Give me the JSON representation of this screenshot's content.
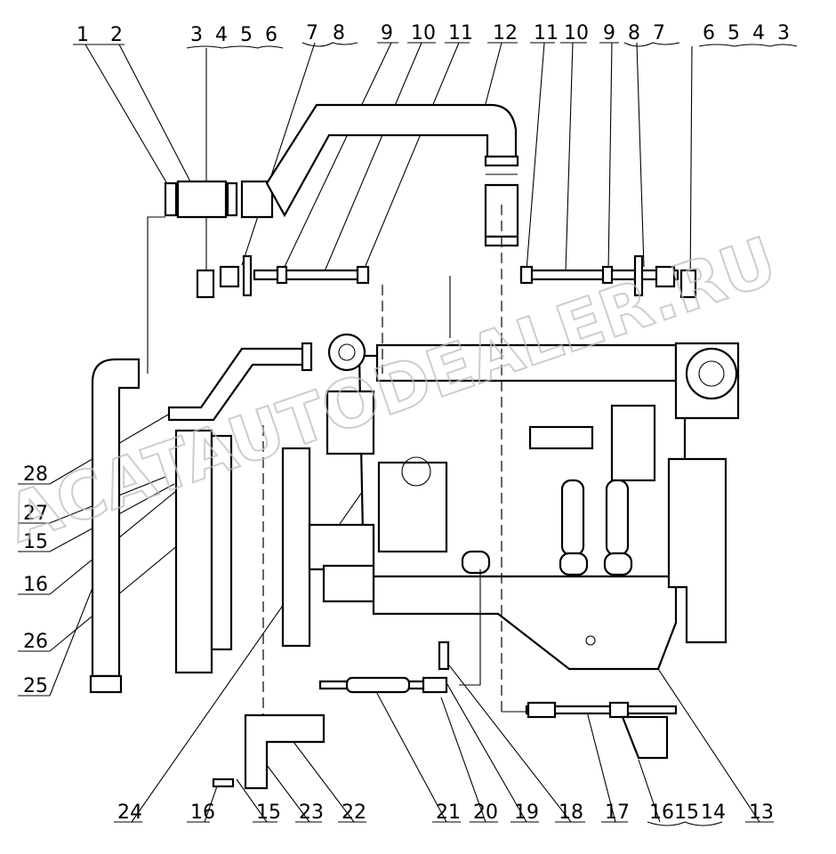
{
  "watermark": "ACATAUTODEALER.RU",
  "callouts_top_left": [
    "1",
    "2",
    "3",
    "4",
    "5",
    "6",
    "7",
    "8",
    "9",
    "10",
    "11"
  ],
  "callouts_top_right": [
    "12",
    "11",
    "10",
    "9",
    "8",
    "7",
    "6",
    "5",
    "4",
    "3"
  ],
  "callouts_left": [
    "28",
    "27",
    "15",
    "16",
    "26",
    "25"
  ],
  "callouts_bottom": [
    "24",
    "16",
    "15",
    "23",
    "22",
    "21",
    "20",
    "19",
    "18",
    "17",
    "16",
    "15",
    "14",
    "13"
  ]
}
